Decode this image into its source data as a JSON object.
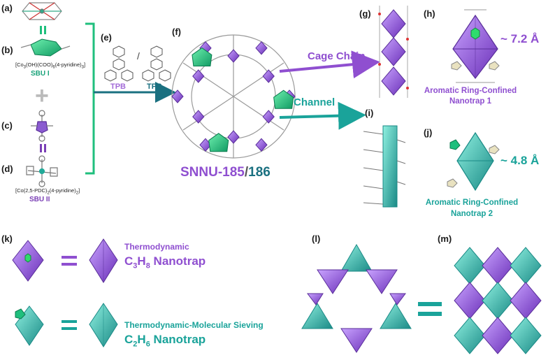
{
  "panels": {
    "a": "(a)",
    "b": "(b)",
    "c": "(c)",
    "d": "(d)",
    "e": "(e)",
    "f": "(f)",
    "g": "(g)",
    "h": "(h)",
    "i": "(i)",
    "j": "(j)",
    "k": "(k)",
    "l": "(l)",
    "m": "(m)"
  },
  "sbu1": {
    "formula_main": "[Co",
    "sub1": "3",
    "formula_mid": "(OH)(COO)",
    "sub2": "6",
    "formula_end": "(4-pyridine)",
    "sub3": "3",
    "close": "]",
    "label": "SBU I"
  },
  "sbu2": {
    "formula_main": "[Co(2,5-PDC)",
    "sub1": "2",
    "formula_end": "(4-pyridine)",
    "sub2": "2",
    "close": "]",
    "label": "SBU II"
  },
  "ligands": {
    "tpb": "TPB",
    "slash": "/",
    "tpp": "TPP"
  },
  "framework": {
    "name1": "SNNU-185",
    "slash": "/",
    "name2": "186"
  },
  "arrows": {
    "cage_chain": "Cage Chain",
    "channel": "Channel"
  },
  "nanotrap1": {
    "size": "~ 7.2 Å",
    "line1": "Aromatic Ring-Confined",
    "line2": "Nanotrap 1"
  },
  "nanotrap2": {
    "size": "~ 4.8 Å",
    "line1": "Aromatic Ring-Confined",
    "line2": "Nanotrap 2"
  },
  "k_row1": {
    "line1": "Thermodynamic",
    "formula_pre": "C",
    "sub1": "3",
    "formula_mid": "H",
    "sub2": "8",
    "formula_post": " Nanotrap"
  },
  "k_row2": {
    "line1": "Thermodynamic-Molecular Sieving",
    "formula_pre": "C",
    "sub1": "2",
    "formula_mid": "H",
    "sub2": "6",
    "formula_post": " Nanotrap"
  },
  "colors": {
    "purple": "#8f4fd0",
    "teal": "#1aa39a",
    "tealdark": "#1a7080",
    "green": "#1fbf7d",
    "grey": "#999999"
  }
}
